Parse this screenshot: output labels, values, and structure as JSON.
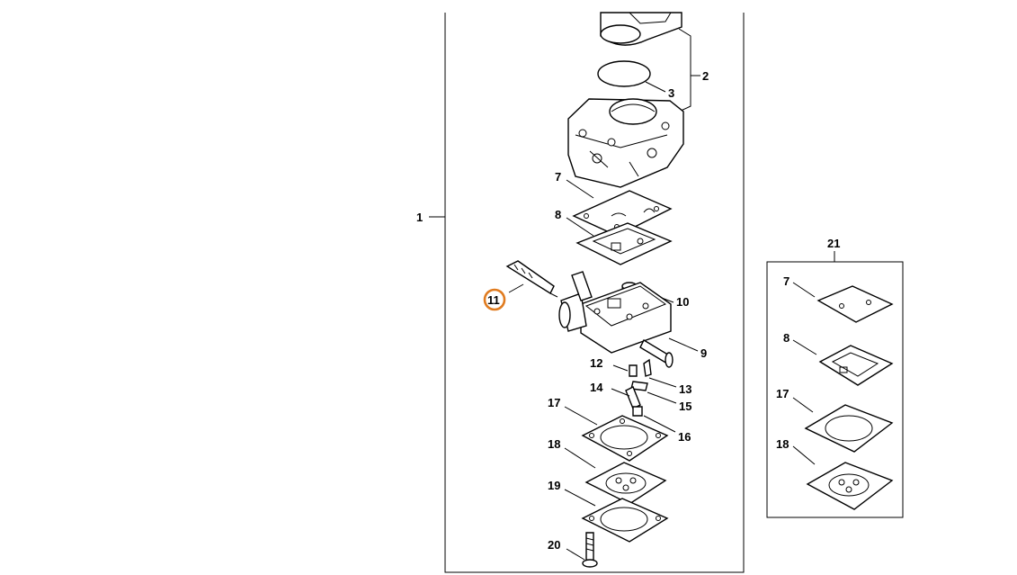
{
  "diagram": {
    "highlight_color": "#e07b1f",
    "line_color": "#000000",
    "labels": {
      "l1": "1",
      "l2": "2",
      "l3": "3",
      "l7": "7",
      "l8": "8",
      "l9": "9",
      "l10": "10",
      "l11": "11",
      "l12": "12",
      "l13": "13",
      "l14": "14",
      "l15": "15",
      "l16": "16",
      "l17": "17",
      "l18": "18",
      "l19": "19",
      "l20": "20",
      "l21": "21",
      "k7": "7",
      "k8": "8",
      "k17": "17",
      "k18": "18"
    }
  }
}
